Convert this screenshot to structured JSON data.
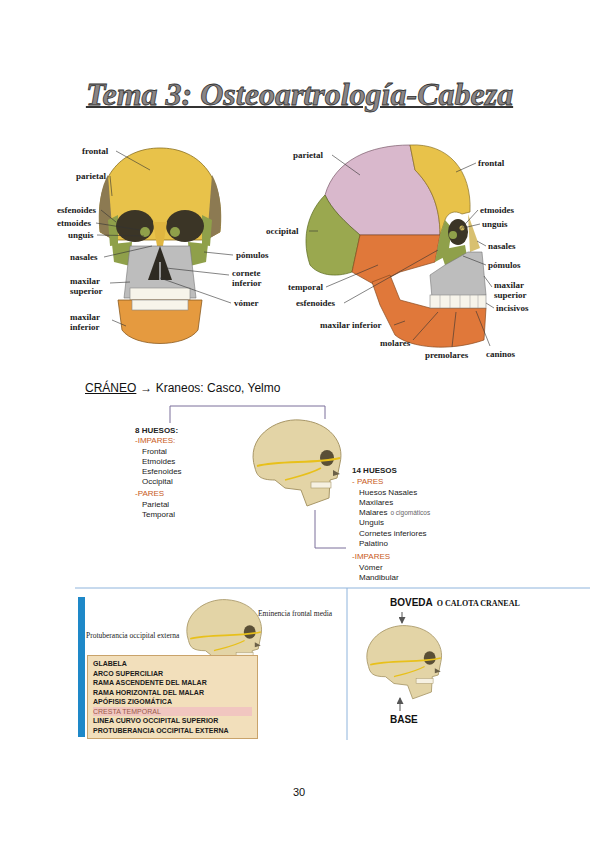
{
  "diagram": {
    "title": "Tema 3: Osteoartrología-Cabeza",
    "nodes": [
      {
        "text": [
          "GLABELA",
          "ARCO SUPERCILIAR",
          "RAMA ASCENDENTE DEL MALAR",
          "RAMA HORIZONTAL DEL MALAR",
          "APÓFISIS ZIGOMÁTICA",
          "CRESTA TEMPORAL",
          "LINEA CURVO OCCIPITAL SUPERIOR",
          "PROTUBERANCIA OCCIPITAL EXTERNA"
        ]
      }
    ],
    "labels": [
      "frontal",
      "parietal",
      "esfenoides",
      "etmoides",
      "unguis",
      "nasales",
      "maxilar superior",
      "maxilar inferior",
      "pómulos",
      "cornete inferior",
      "vómer",
      "parietal",
      "frontal",
      "etmoides",
      "unguis",
      "nasales",
      "pómulos",
      "maxilar superior",
      "incisivos",
      "occipital",
      "temporal",
      "esfenoides",
      "maxilar inferior",
      "molares",
      "premolares",
      "caninos",
      "CRÁNEO",
      "→ Kraneos: Casco, Yelmo",
      "8 HUESOS:",
      "-IMPARES:",
      "Frontal",
      "Etmoides",
      "Esfenoides",
      "Occipital",
      "-PARES",
      "Parietal",
      "Temporal",
      "14 HUESOS",
      "- PARES",
      "Huesos Nasales",
      "Maxilares",
      "Malares",
      "o cigomáticos",
      "Unguis",
      "Cornetes inferiores",
      "Palatino",
      "-IMPARES",
      "Vómer",
      "Mandibular",
      "Eminencia frontal media",
      "Protuberancia occipital externa",
      "BOVEDA",
      "O CALOTA CRANEAL",
      "BASE",
      "30"
    ]
  }
}
